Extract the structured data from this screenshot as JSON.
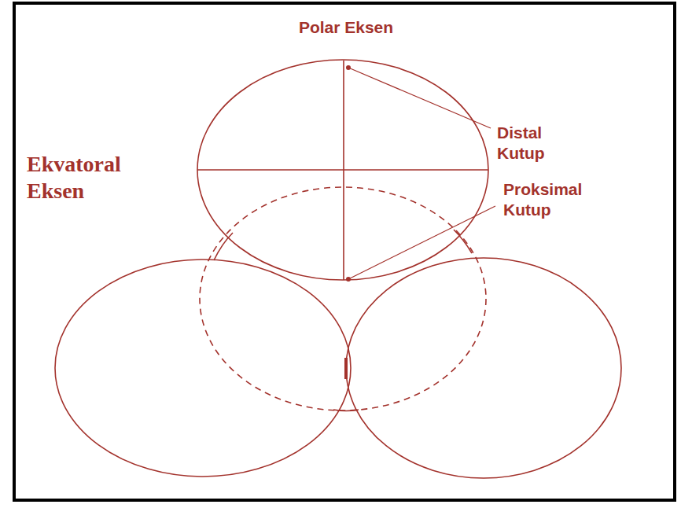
{
  "diagram": {
    "labels": [
      "Polar Eksen",
      "Distal Kutup",
      "Ekvatoral Eksen",
      "Proksimal Kutup"
    ]
  }
}
